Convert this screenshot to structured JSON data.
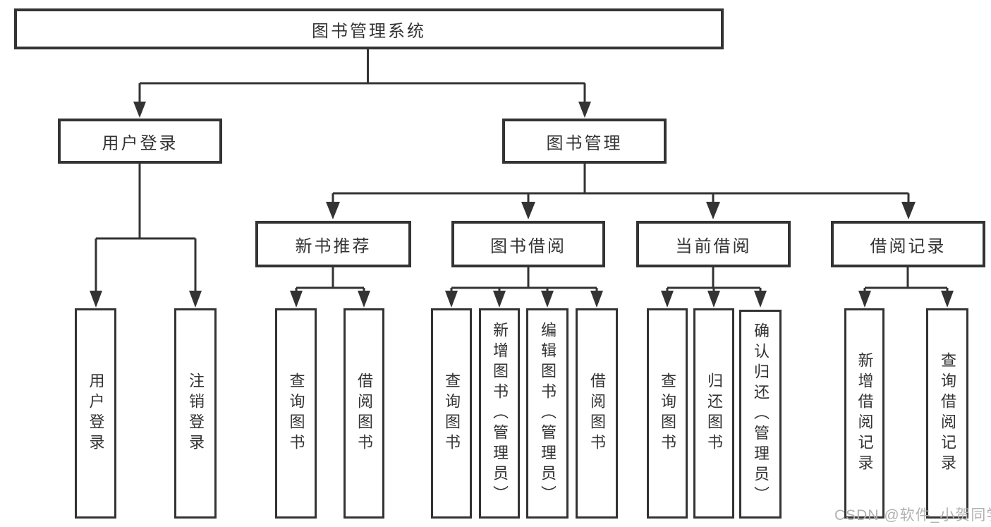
{
  "tree": {
    "root": "图书管理系统",
    "branches": [
      {
        "label": "用户登录",
        "leaves": [
          "用户登录",
          "注销登录"
        ]
      },
      {
        "label": "图书管理",
        "groups": [
          {
            "label": "新书推荐",
            "leaves": [
              "查询图书",
              "借阅图书"
            ]
          },
          {
            "label": "图书借阅",
            "leaves": [
              "查询图书",
              "新增图书（管理员）",
              "编辑图书（管理员）",
              "借阅图书"
            ]
          },
          {
            "label": "当前借阅",
            "leaves": [
              "查询图书",
              "归还图书",
              "确认归还（管理员）"
            ]
          },
          {
            "label": "借阅记录",
            "leaves": [
              "新增借阅记录",
              "查询借阅记录"
            ]
          }
        ]
      }
    ]
  },
  "watermark": {
    "text": "CSDN @软件_小贺同学",
    "color": "#b2b2b2"
  },
  "colors": {
    "line": "#333333",
    "text": "#333333",
    "background": "#ffffff"
  }
}
